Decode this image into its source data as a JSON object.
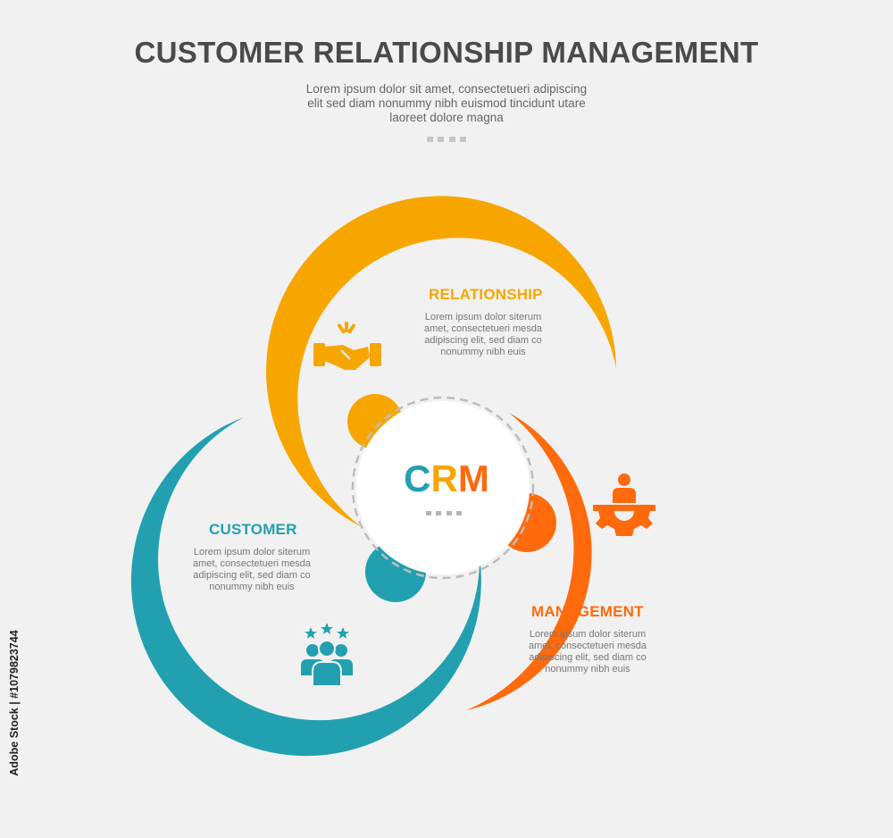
{
  "header": {
    "title": "CUSTOMER RELATIONSHIP MANAGEMENT",
    "subtitle_lines": [
      "Lorem ipsum dolor sit amet, consectetueri adipiscing",
      "elit sed diam nonummy nibh euismod tincidunt utare",
      "laoreet dolore magna"
    ]
  },
  "center": {
    "letters": [
      "C",
      "R",
      "M"
    ],
    "letter_colors": [
      "#23a0b0",
      "#f7a600",
      "#ff6a0d"
    ]
  },
  "sections": {
    "relationship": {
      "title": "RELATIONSHIP",
      "color": "#f7a600",
      "icon": "handshake-icon",
      "body_lines": [
        "Lorem ipsum dolor siterum",
        "amet, consectetueri mesda",
        "adipiscing elit, sed diam co",
        "nonummy nibh euis"
      ]
    },
    "customer": {
      "title": "CUSTOMER",
      "color": "#23a0b0",
      "icon": "customer-group-icon",
      "body_lines": [
        "Lorem ipsum dolor siterum",
        "amet, consectetueri mesda",
        "adipiscing elit, sed diam co",
        "nonummy nibh euis"
      ]
    },
    "management": {
      "title": "MANAGEMENT",
      "color": "#ff6a0d",
      "icon": "manager-gear-icon",
      "body_lines": [
        "Lorem ipsum dolor siterum",
        "amet, consectetueri mesda",
        "adipiscing elit, sed diam co",
        "nonummy nibh euis"
      ]
    }
  },
  "colors": {
    "background": "#f1f1f1",
    "title": "#4a4a4a",
    "dashed_ring": "#bdbdbd"
  },
  "watermark": {
    "side_text": "Adobe Stock | #1079823744"
  }
}
